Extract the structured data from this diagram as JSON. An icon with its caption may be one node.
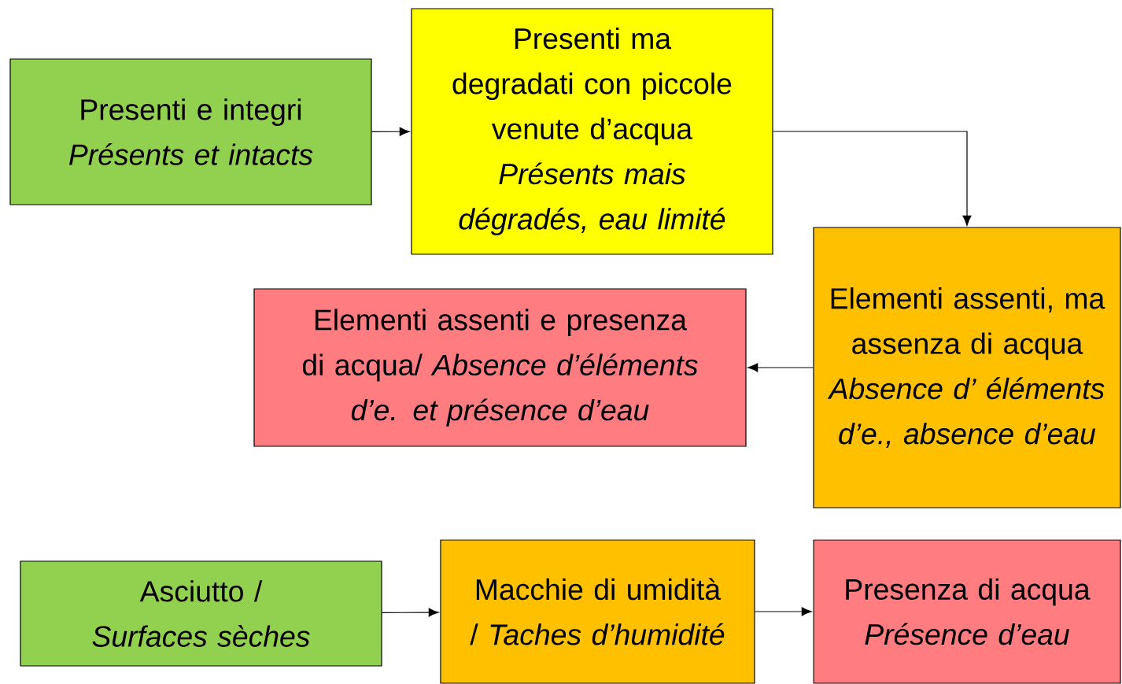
{
  "diagram": {
    "nodes": [
      {
        "text": [
          "Presenti e integri",
          "Présents et intacts"
        ]
      },
      {
        "text": [
          "Presenti ma degradati con piccole venute d’acqua",
          "Présents mais dégradés, eau limité"
        ]
      },
      {
        "text": [
          "Elementi assenti, ma assenza di acqua",
          "Absence d’ éléments d’e., absence d’eau"
        ]
      },
      {
        "text": [
          "Elementi assenti e presenza di acqua/ *Absence d’éléments d’e. et présence d’eau*"
        ]
      },
      {
        "text": [
          "Asciutto / *Surfaces sèches*"
        ]
      },
      {
        "text": [
          "Macchie di umidità / *Taches d’humidité*"
        ]
      },
      {
        "text": [
          "Presenza di acqua",
          "Présence d’eau"
        ]
      }
    ],
    "edges": [
      {
        "from": 0,
        "to": 1,
        "arrow": "to"
      },
      {
        "from": 1,
        "to": 2,
        "arrow": "to"
      },
      {
        "from": 2,
        "to": 3,
        "arrow": "to"
      },
      {
        "from": 4,
        "to": 5,
        "arrow": "to"
      },
      {
        "from": 5,
        "to": 6,
        "arrow": "to"
      }
    ]
  }
}
